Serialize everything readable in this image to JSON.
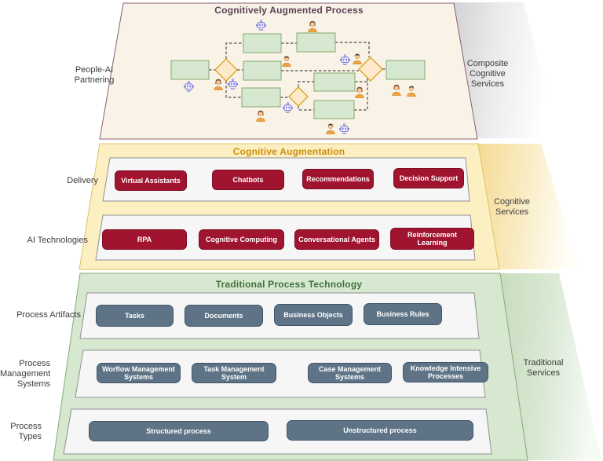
{
  "diagram": {
    "sections": {
      "top": {
        "title": "Cognitively Augmented Process",
        "left_label": "People-AI Partnering",
        "right_label": "Composite Cognitive Services"
      },
      "middle": {
        "title": "Cognitive Augmentation",
        "right_label": "Cognitive Services",
        "rows": [
          {
            "label": "Delivery",
            "items": [
              "Virtual Assistants",
              "Chatbots",
              "Recommendations",
              "Decision Support"
            ]
          },
          {
            "label": "AI Technologies",
            "items": [
              "RPA",
              "Cognitive Computing",
              "Conversational Agents",
              "Reinforcement Learning"
            ]
          }
        ]
      },
      "bottom": {
        "title": "Traditional Process Technology",
        "right_label": "Traditional Services",
        "rows": [
          {
            "label": "Process Artifacts",
            "items": [
              "Tasks",
              "Documents",
              "Business Objects",
              "Business Rules"
            ]
          },
          {
            "label": "Process Management Systems",
            "items": [
              "Worflow Management Systems",
              "Task Management System",
              "Case Management Systems",
              "Knowledge Intensive Processes"
            ]
          },
          {
            "label": "Process Types",
            "items": [
              "Structured process",
              "Unstructured process"
            ]
          }
        ]
      }
    },
    "icons": {
      "person": "person-icon",
      "robot": "robot-icon",
      "task": "task-box",
      "gateway": "gateway-diamond"
    },
    "colors": {
      "cognitive_node": "#a1142f",
      "traditional_node": "#5e7486",
      "top_fill": "#f8f3e6",
      "top_border": "#8b5f74",
      "top_title": "#5d4057",
      "middle_fill": "#fcf0c3",
      "middle_border": "#dcc266",
      "middle_title": "#cf8c0a",
      "bottom_fill": "#d7e8d1",
      "bottom_border": "#84ab77",
      "bottom_title": "#41703c",
      "panel_fill": "#f6f6f6"
    }
  }
}
